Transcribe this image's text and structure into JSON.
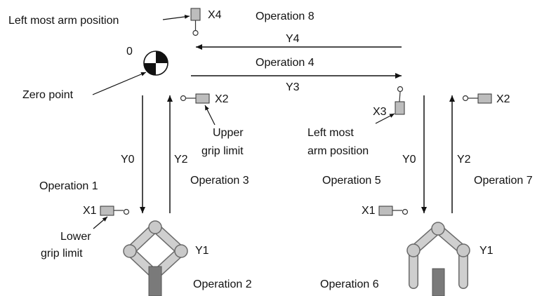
{
  "labels": {
    "left_most_arm_position_top": "Left most arm position",
    "x4": "X4",
    "operation_8": "Operation 8",
    "y4": "Y4",
    "zero_marker": "0",
    "operation_4": "Operation 4",
    "zero_point": "Zero point",
    "y3": "Y3",
    "x2_left": "X2",
    "upper_grip_limit_line1": "Upper",
    "upper_grip_limit_line2": "grip limit",
    "x3": "X3",
    "left_most_arm_position_line1": "Left most",
    "left_most_arm_position_line2": "arm position",
    "x2_right": "X2",
    "y0_left": "Y0",
    "y2_left": "Y2",
    "y0_right": "Y0",
    "y2_right": "Y2",
    "operation_1": "Operation 1",
    "operation_3": "Operation 3",
    "operation_5": "Operation 5",
    "operation_7": "Operation 7",
    "x1_left": "X1",
    "x1_right": "X1",
    "lower_grip_limit_line1": "Lower",
    "lower_grip_limit_line2": "grip limit",
    "y1_left": "Y1",
    "y1_right": "Y1",
    "operation_2": "Operation 2",
    "operation_6": "Operation 6"
  },
  "colors": {
    "switch_fill": "#bdbdbd",
    "arm_fill": "#c9c9c9",
    "arm_stroke": "#6a6a6a",
    "post_fill": "#7a7a7a",
    "line": "#111111"
  }
}
